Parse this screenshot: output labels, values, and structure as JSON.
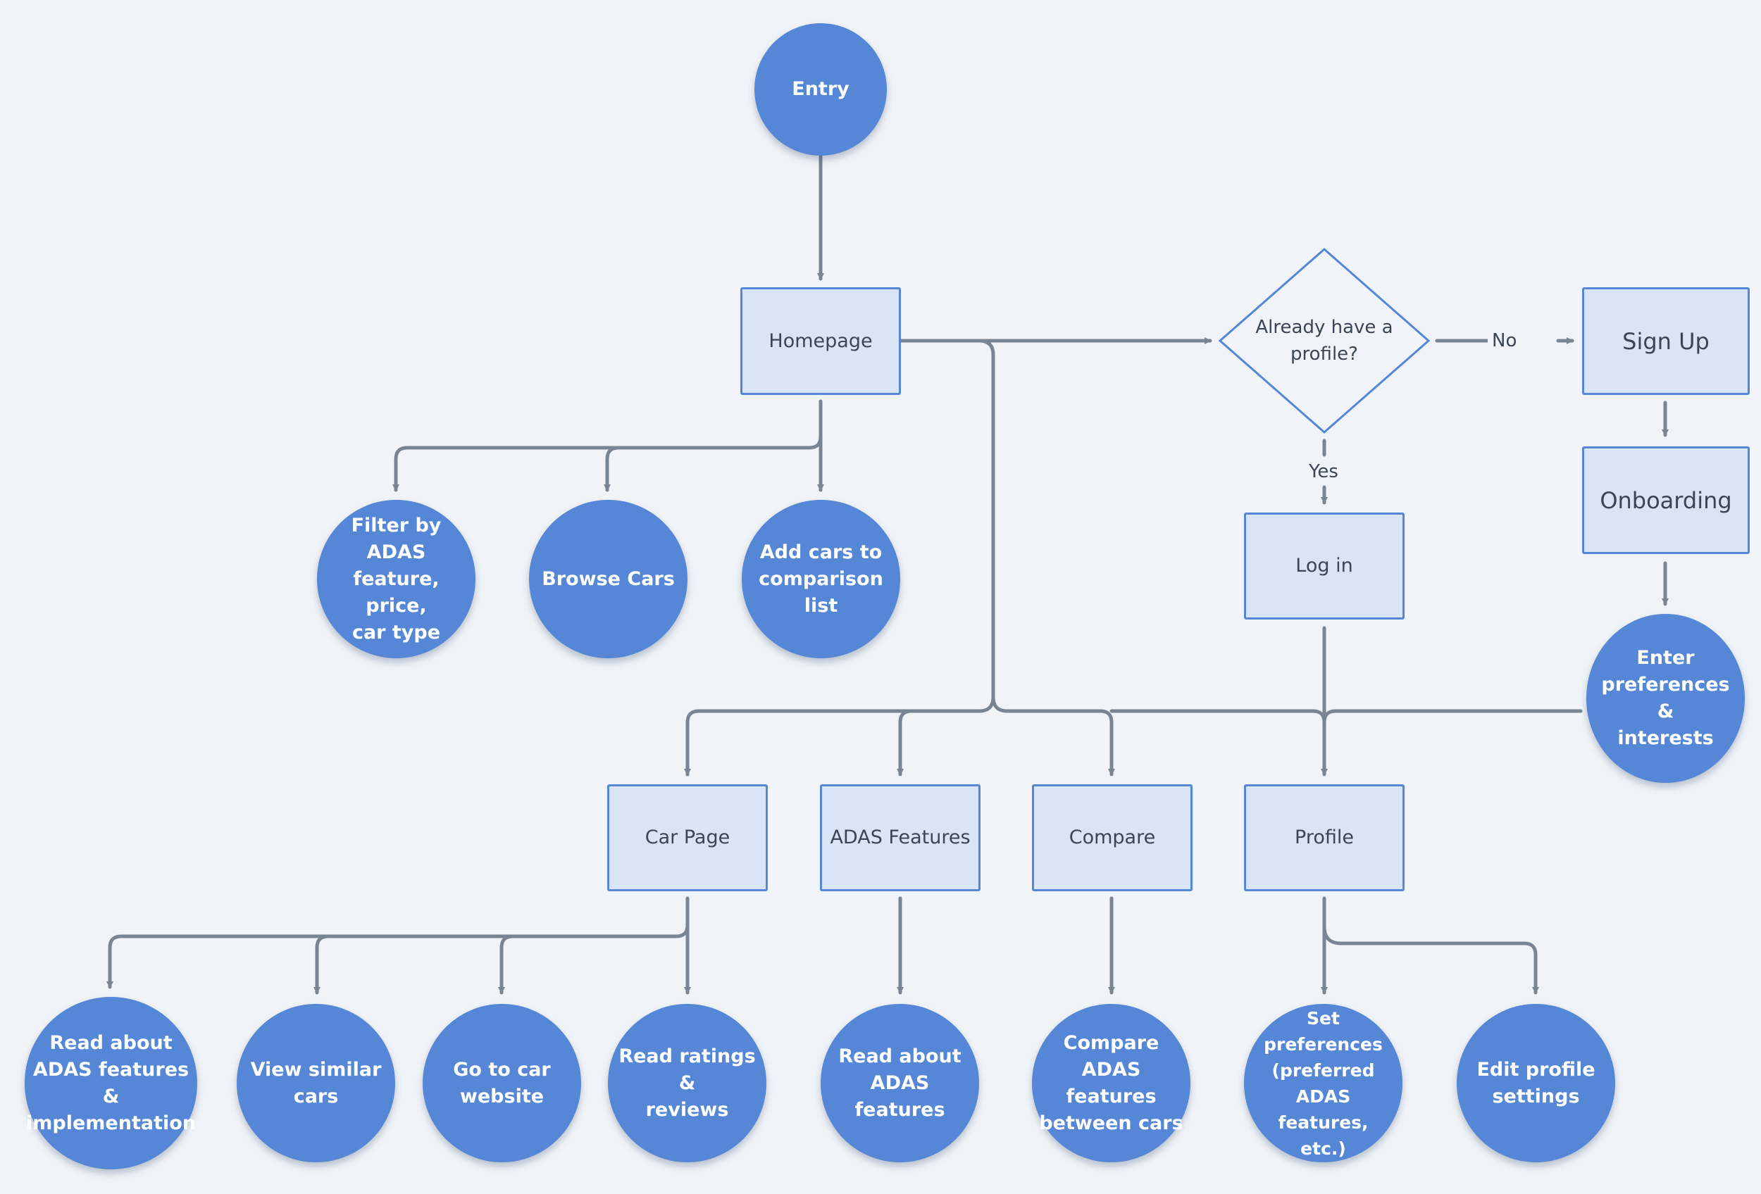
{
  "nodes": {
    "entry": "Entry",
    "homepage": "Homepage",
    "filter": "Filter by ADAS\nfeature, price,\ncar type",
    "browse": "Browse Cars",
    "add_compare": "Add cars to\ncomparison list",
    "decision": "Already have a\nprofile?",
    "signup": "Sign Up",
    "onboarding": "Onboarding",
    "preferences": "Enter\npreferences &\ninterests",
    "login": "Log in",
    "car_page": "Car Page",
    "adas_features": "ADAS Features",
    "compare": "Compare",
    "profile": "Profile",
    "read_adas_impl": "Read about\nADAS features &\nimplementation",
    "view_similar": "View similar\ncars",
    "go_website": "Go to car\nwebsite",
    "read_ratings": "Read ratings &\nreviews",
    "read_adas": "Read about\nADAS features",
    "compare_adas": "Compare ADAS\nfeatures\nbetween cars",
    "set_prefs": "Set\npreferences\n(preferred\nADAS features,\netc.)",
    "edit_profile": "Edit profile\nsettings"
  },
  "edge_labels": {
    "no": "No",
    "yes": "Yes"
  },
  "colors": {
    "background": "#f0f4f8",
    "circle_fill": "#5686d6",
    "box_fill": "#d9e5f6",
    "box_border": "#5686d6",
    "connector": "#7a8594",
    "text_dark": "#3a4556"
  }
}
